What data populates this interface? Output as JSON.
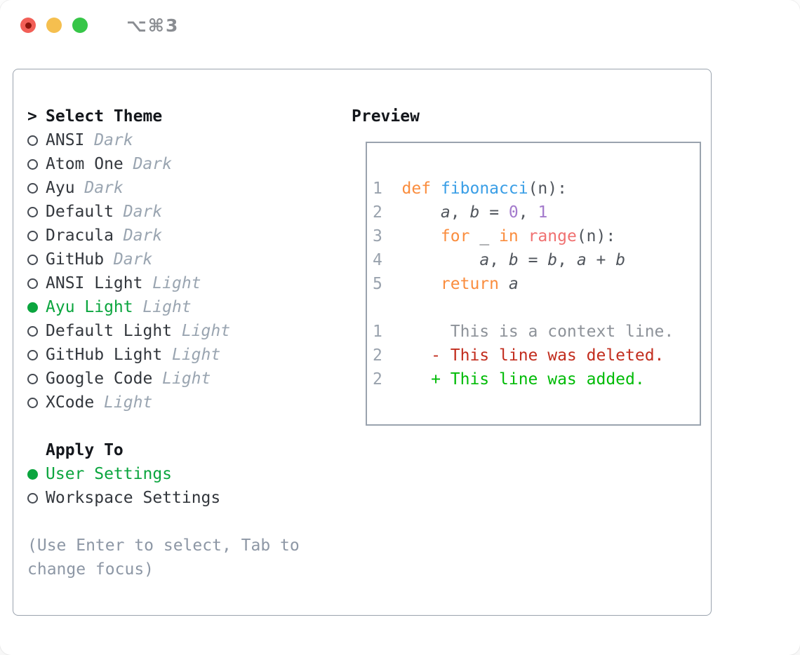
{
  "window": {
    "title": "⌥⌘3"
  },
  "traffic_lights": {
    "close": "close-button",
    "minimize": "minimize-button",
    "zoom": "zoom-button"
  },
  "theme_panel": {
    "header_marker": ">",
    "header_label": "Select Theme",
    "items": [
      {
        "name": "ANSI",
        "variant": "Dark",
        "selected": false
      },
      {
        "name": "Atom One",
        "variant": "Dark",
        "selected": false
      },
      {
        "name": "Ayu",
        "variant": "Dark",
        "selected": false
      },
      {
        "name": "Default",
        "variant": "Dark",
        "selected": false
      },
      {
        "name": "Dracula",
        "variant": "Dark",
        "selected": false
      },
      {
        "name": "GitHub",
        "variant": "Dark",
        "selected": false
      },
      {
        "name": "ANSI Light",
        "variant": "Light",
        "selected": false
      },
      {
        "name": "Ayu Light",
        "variant": "Light",
        "selected": true
      },
      {
        "name": "Default Light",
        "variant": "Light",
        "selected": false
      },
      {
        "name": "GitHub Light",
        "variant": "Light",
        "selected": false
      },
      {
        "name": "Google Code",
        "variant": "Light",
        "selected": false
      },
      {
        "name": "XCode",
        "variant": "Light",
        "selected": false
      }
    ],
    "apply_to_label": "Apply To",
    "apply_options": [
      {
        "name": "User Settings",
        "variant": "",
        "selected": true
      },
      {
        "name": "Workspace Settings",
        "variant": "",
        "selected": false
      }
    ],
    "hint_lines": [
      "(Use Enter to select, Tab to",
      "change focus)"
    ]
  },
  "preview": {
    "label": "Preview",
    "lines": [
      {
        "num": "1",
        "segments": [
          [
            "def",
            "kw"
          ],
          [
            " ",
            "def"
          ],
          [
            "fibonacci",
            "fn"
          ],
          [
            "(n):",
            "def"
          ]
        ]
      },
      {
        "num": "2",
        "segments": [
          [
            "    ",
            "def"
          ],
          [
            "a",
            "var"
          ],
          [
            ", ",
            "def"
          ],
          [
            "b",
            "var"
          ],
          [
            " = ",
            "def"
          ],
          [
            "0",
            "num"
          ],
          [
            ", ",
            "def"
          ],
          [
            "1",
            "num"
          ]
        ]
      },
      {
        "num": "3",
        "segments": [
          [
            "    ",
            "def"
          ],
          [
            "for",
            "kw"
          ],
          [
            " _ ",
            "def"
          ],
          [
            "in",
            "kw"
          ],
          [
            " ",
            "def"
          ],
          [
            "range",
            "call"
          ],
          [
            "(n):",
            "def"
          ]
        ]
      },
      {
        "num": "4",
        "segments": [
          [
            "        ",
            "def"
          ],
          [
            "a",
            "var"
          ],
          [
            ", ",
            "def"
          ],
          [
            "b",
            "var"
          ],
          [
            " = ",
            "def"
          ],
          [
            "b",
            "var"
          ],
          [
            ", ",
            "def"
          ],
          [
            "a",
            "var"
          ],
          [
            " + ",
            "def"
          ],
          [
            "b",
            "var"
          ]
        ]
      },
      {
        "num": "5",
        "segments": [
          [
            "    ",
            "def"
          ],
          [
            "return",
            "kw"
          ],
          [
            " ",
            "def"
          ],
          [
            "a",
            "var"
          ]
        ]
      },
      {
        "num": "",
        "segments": []
      },
      {
        "num": "1",
        "segments": [
          [
            "     This is a context line.",
            "ctx"
          ]
        ]
      },
      {
        "num": "2",
        "segments": [
          [
            "   - This line was deleted.",
            "del"
          ]
        ]
      },
      {
        "num": "2",
        "segments": [
          [
            "   + This line was added.",
            "add"
          ]
        ]
      }
    ]
  },
  "colors": {
    "accent_green": "#0ba53e",
    "panel_border": "#9aa3ae",
    "text_primary": "#14171c",
    "text_name": "#33373d",
    "text_suffix": "#9aa5b1",
    "text_muted": "#8d97a5",
    "title_gray": "#8a8d92",
    "traffic_red": "#f25f57",
    "traffic_yellow": "#f5bf4f",
    "traffic_green": "#37c648",
    "linenum": "#99a2ad",
    "code_default": "#51565d",
    "code_keyword": "#fa8d3e",
    "code_function": "#399ee6",
    "code_number": "#a37acc",
    "code_call": "#f07171",
    "diff_context": "#8d9299",
    "diff_deleted": "#c22d1e",
    "diff_added": "#00bb07"
  }
}
